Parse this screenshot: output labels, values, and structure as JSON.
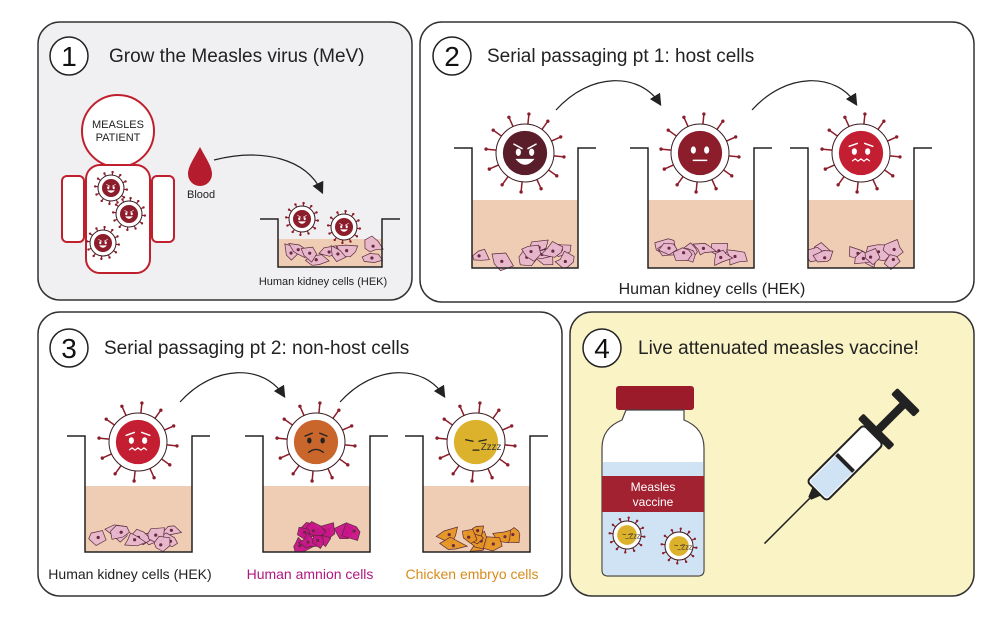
{
  "colors": {
    "panel1_bg": "#f0f0f2",
    "panel4_bg": "#f9f3c6",
    "medium": "#efcdb4",
    "cells_kidney": "#e7b6cc",
    "cells_amnion": "#c8148a",
    "cells_chicken": "#e69524",
    "virus_dark": "#5a1e2a",
    "virus_mid": "#8c1d2b",
    "virus_red": "#c41e32",
    "virus_orange": "#c9662c",
    "virus_yellow": "#dcb12b",
    "outline_red": "#c0202e",
    "vial_cap": "#9c1b2b",
    "label_band": "#a32231",
    "liquid": "#cfe3f5",
    "amnion_text": "#b0177f",
    "chicken_text": "#d88b1c"
  },
  "panel1": {
    "number": "1",
    "title": "Grow the Measles virus (MeV)",
    "patient_label_line1": "MEASLES",
    "patient_label_line2": "PATIENT",
    "blood_label": "Blood",
    "well_caption": "Human kidney cells (HEK)"
  },
  "panel2": {
    "number": "2",
    "title": "Serial passaging pt 1: host cells",
    "caption": "Human kidney cells (HEK)"
  },
  "panel3": {
    "number": "3",
    "title": "Serial passaging pt 2: non-host cells",
    "caption_kidney": "Human kidney cells (HEK)",
    "caption_amnion": "Human amnion cells",
    "caption_chicken": "Chicken embryo cells",
    "sleep_text": "Zzzz"
  },
  "panel4": {
    "number": "4",
    "title": "Live attenuated measles vaccine!",
    "vial_label_line1": "Measles",
    "vial_label_line2": "vaccine",
    "sleep_text_small": "Zzz"
  }
}
